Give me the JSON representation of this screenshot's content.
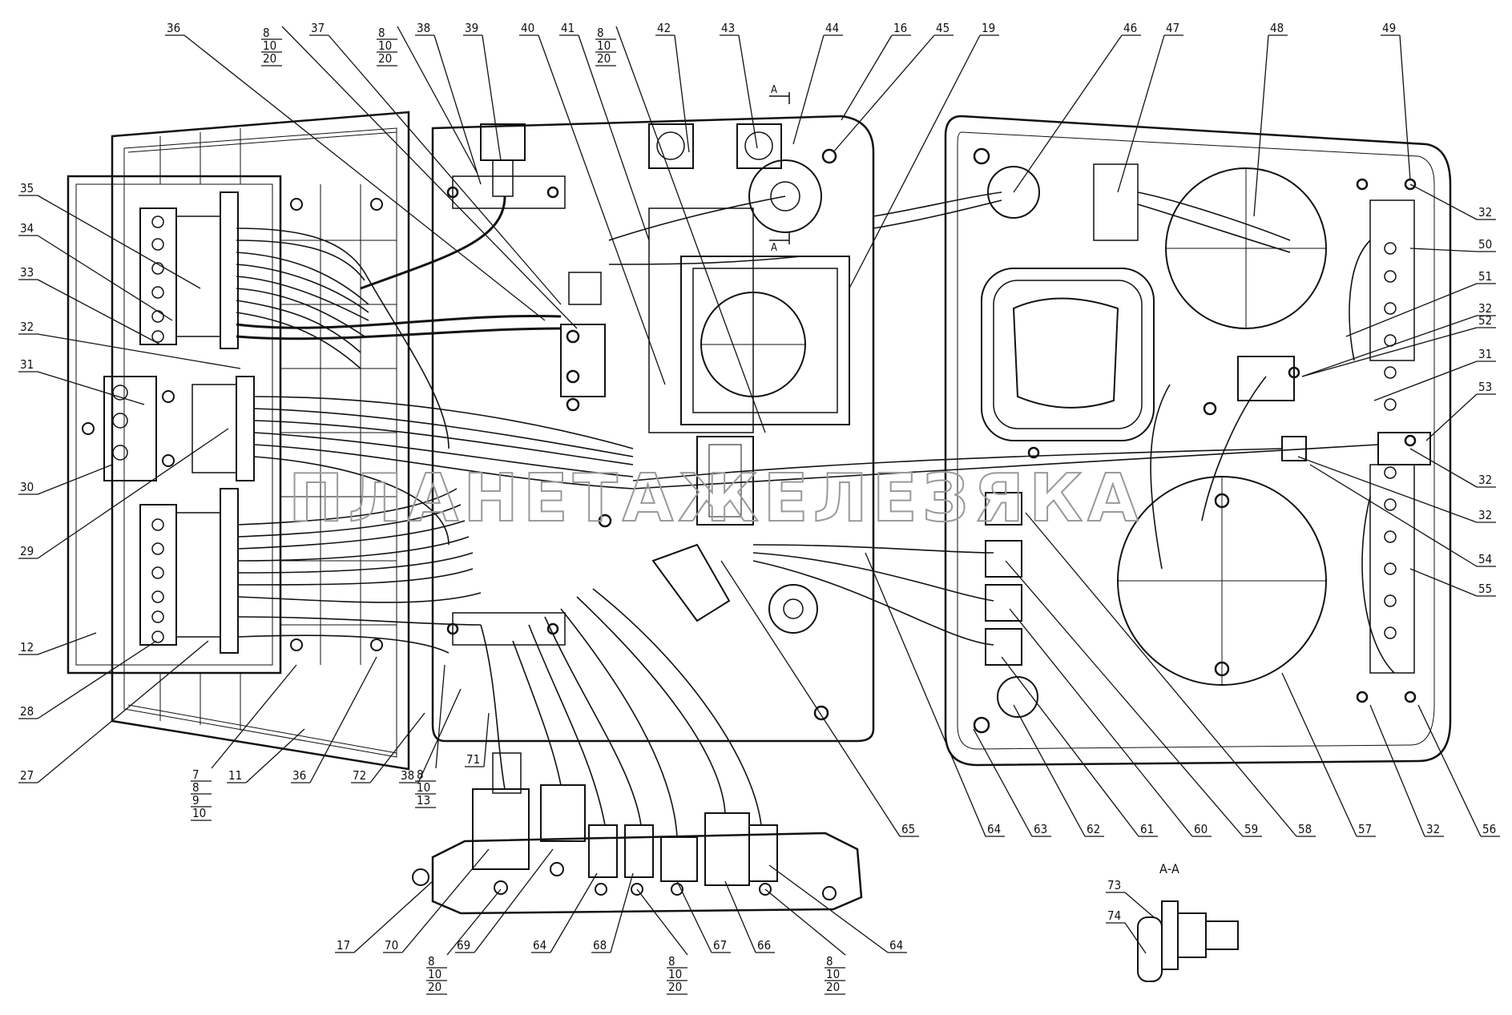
{
  "watermark": "ПЛАНЕТАЖЕЛЕЗЯКА",
  "section_marker": "А",
  "section_title": "А-А",
  "callouts_top": [
    "36",
    "37",
    "38",
    "39",
    "40",
    "41",
    "42",
    "43",
    "44",
    "16",
    "45",
    "19",
    "46",
    "47",
    "48",
    "49"
  ],
  "callouts_top_stacked": [
    [
      "8",
      "10",
      "20"
    ],
    [
      "8",
      "10",
      "20"
    ],
    [
      "8",
      "10",
      "20"
    ]
  ],
  "callouts_left": [
    "35",
    "34",
    "33",
    "32",
    "31",
    "30",
    "29",
    "12",
    "28",
    "27"
  ],
  "callouts_right": [
    "32",
    "50",
    "51",
    "32",
    "52",
    "31",
    "53",
    "32",
    "32",
    "54",
    "55"
  ],
  "callouts_bottom": [
    "11",
    "36",
    "72",
    "38",
    "71",
    "65",
    "64",
    "63",
    "62",
    "61",
    "60",
    "59",
    "58",
    "57",
    "32",
    "56"
  ],
  "callouts_bottom_stacked": [
    [
      "7",
      "8",
      "9",
      "10"
    ],
    [
      "8",
      "10",
      "13"
    ]
  ],
  "callouts_lower": [
    "17",
    "70",
    "69",
    "64",
    "68",
    "67",
    "66",
    "64"
  ],
  "callouts_lower_stacked": [
    [
      "8",
      "10",
      "20"
    ],
    [
      "8",
      "10",
      "20"
    ],
    [
      "8",
      "10",
      "20"
    ]
  ],
  "callouts_section": [
    "73",
    "74"
  ],
  "colors": {
    "ink": "#111111",
    "watermark": "#9a9a9a",
    "background": "#ffffff"
  }
}
